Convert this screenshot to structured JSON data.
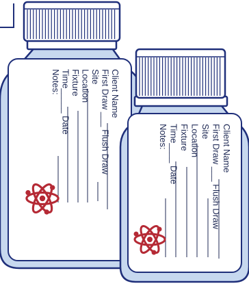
{
  "colors": {
    "outline": "#1f2f7a",
    "cap_fill": "#ffffff",
    "bottle_fill": "#c7d8ef",
    "label_fill": "#ffffff",
    "text": "#1f2a55",
    "atom": "#b52a35"
  },
  "icons": {
    "atom": "atom-icon"
  },
  "bottles": [
    {
      "label_lines": [
        "Client Name",
        "First Draw ___ Flush Draw",
        "Site",
        "Location",
        "Fixture",
        "Time_____ Date",
        "Notes:"
      ]
    },
    {
      "label_lines": [
        "Client Name",
        "First Draw ___ Flush Draw",
        "Site",
        "Location",
        "Fixture",
        "Time____ Date",
        "Notes:"
      ]
    }
  ]
}
